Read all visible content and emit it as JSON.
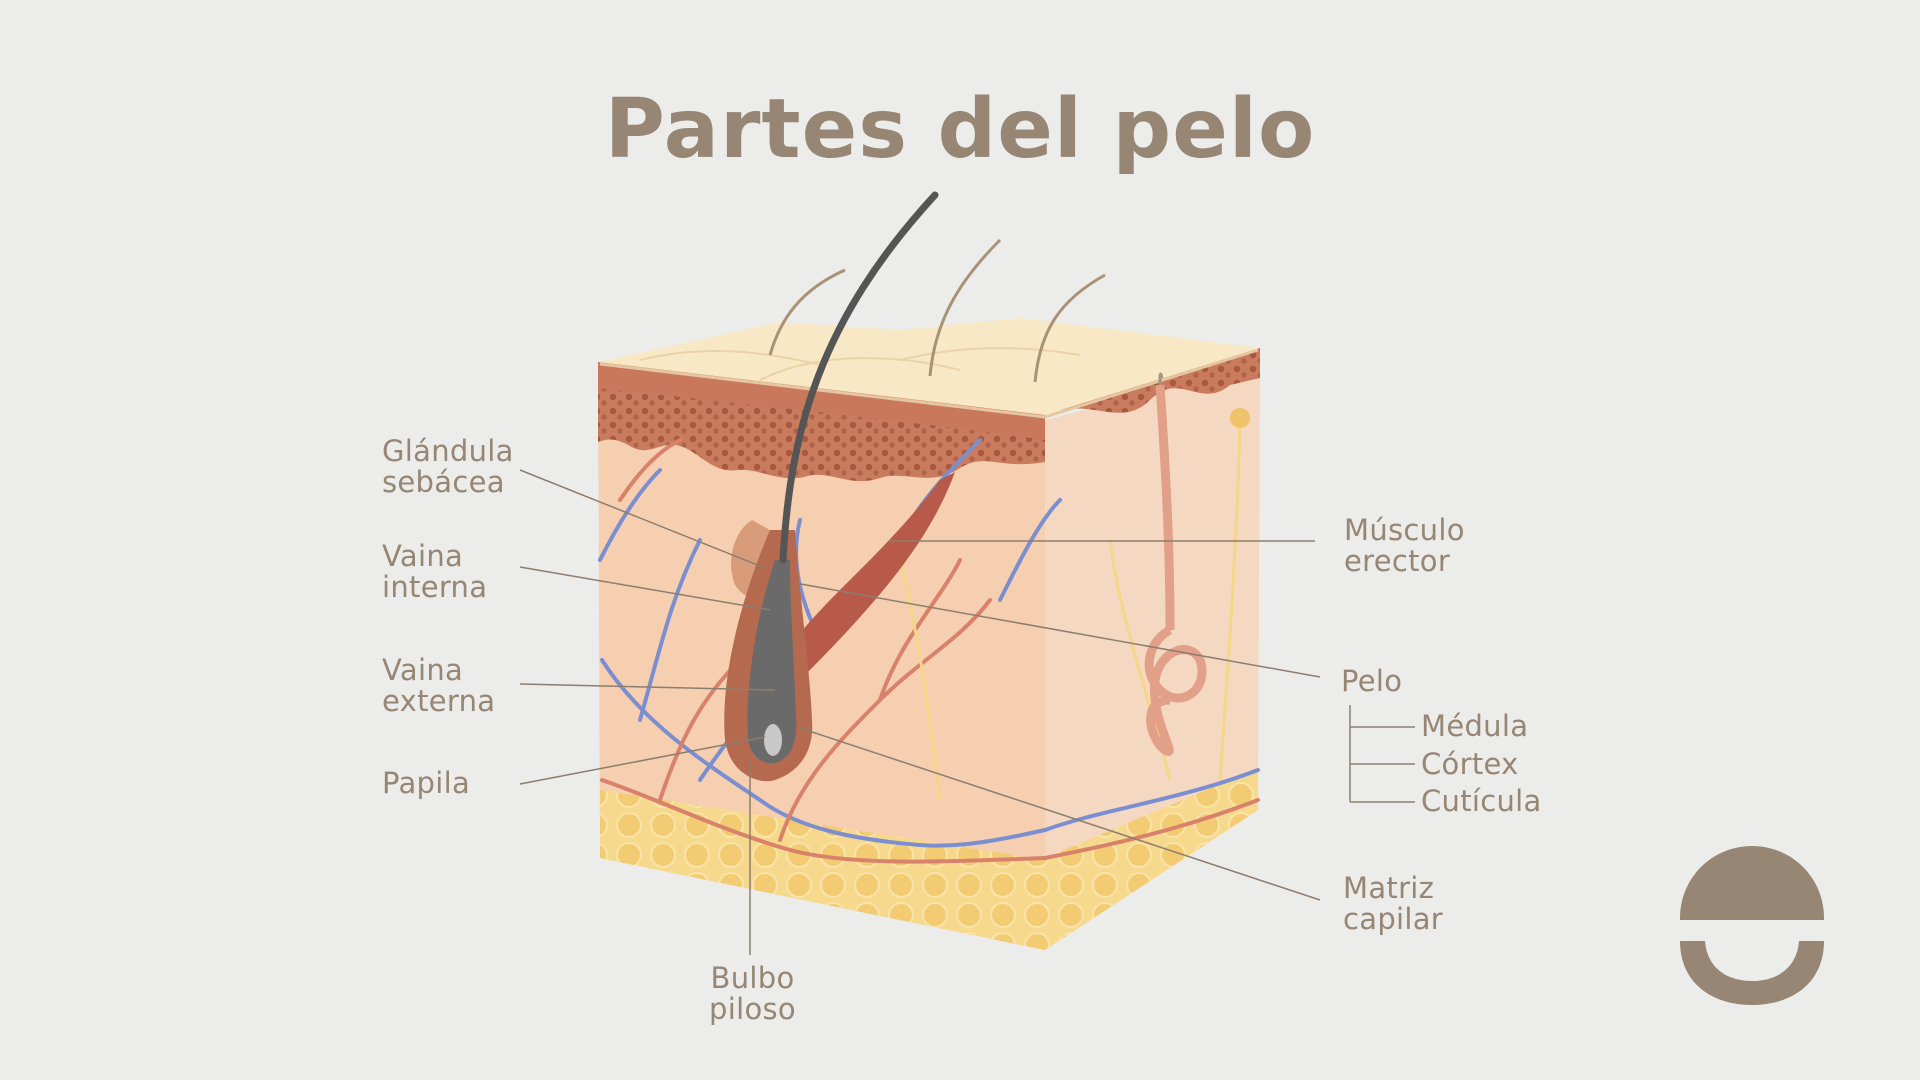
{
  "title": "Partes del pelo",
  "labels": {
    "glandula": [
      "Glándula",
      "sebácea"
    ],
    "vaina_interna": [
      "Vaina",
      "interna"
    ],
    "vaina_externa": [
      "Vaina",
      "externa"
    ],
    "papila": "Papila",
    "bulbo": [
      "Bulbo",
      "piloso"
    ],
    "musculo": [
      "Músculo",
      "erector"
    ],
    "pelo": "Pelo",
    "medula": "Médula",
    "cortex": "Córtex",
    "cuticula": "Cutícula",
    "matriz": [
      "Matriz",
      "capilar"
    ]
  },
  "colors": {
    "background": "#ECECEB",
    "text": "#968673",
    "leader_line": "#8C7E6E",
    "epidermis": "#C97B5E",
    "dermis": "#F6CFB0",
    "fat": "#F6D27F",
    "hair": "#555555",
    "vein": "#7B8FD0",
    "artery": "#D9826B",
    "logo": "#968673"
  },
  "icons": [
    "skin-cross-section",
    "brand-logo-icon"
  ]
}
